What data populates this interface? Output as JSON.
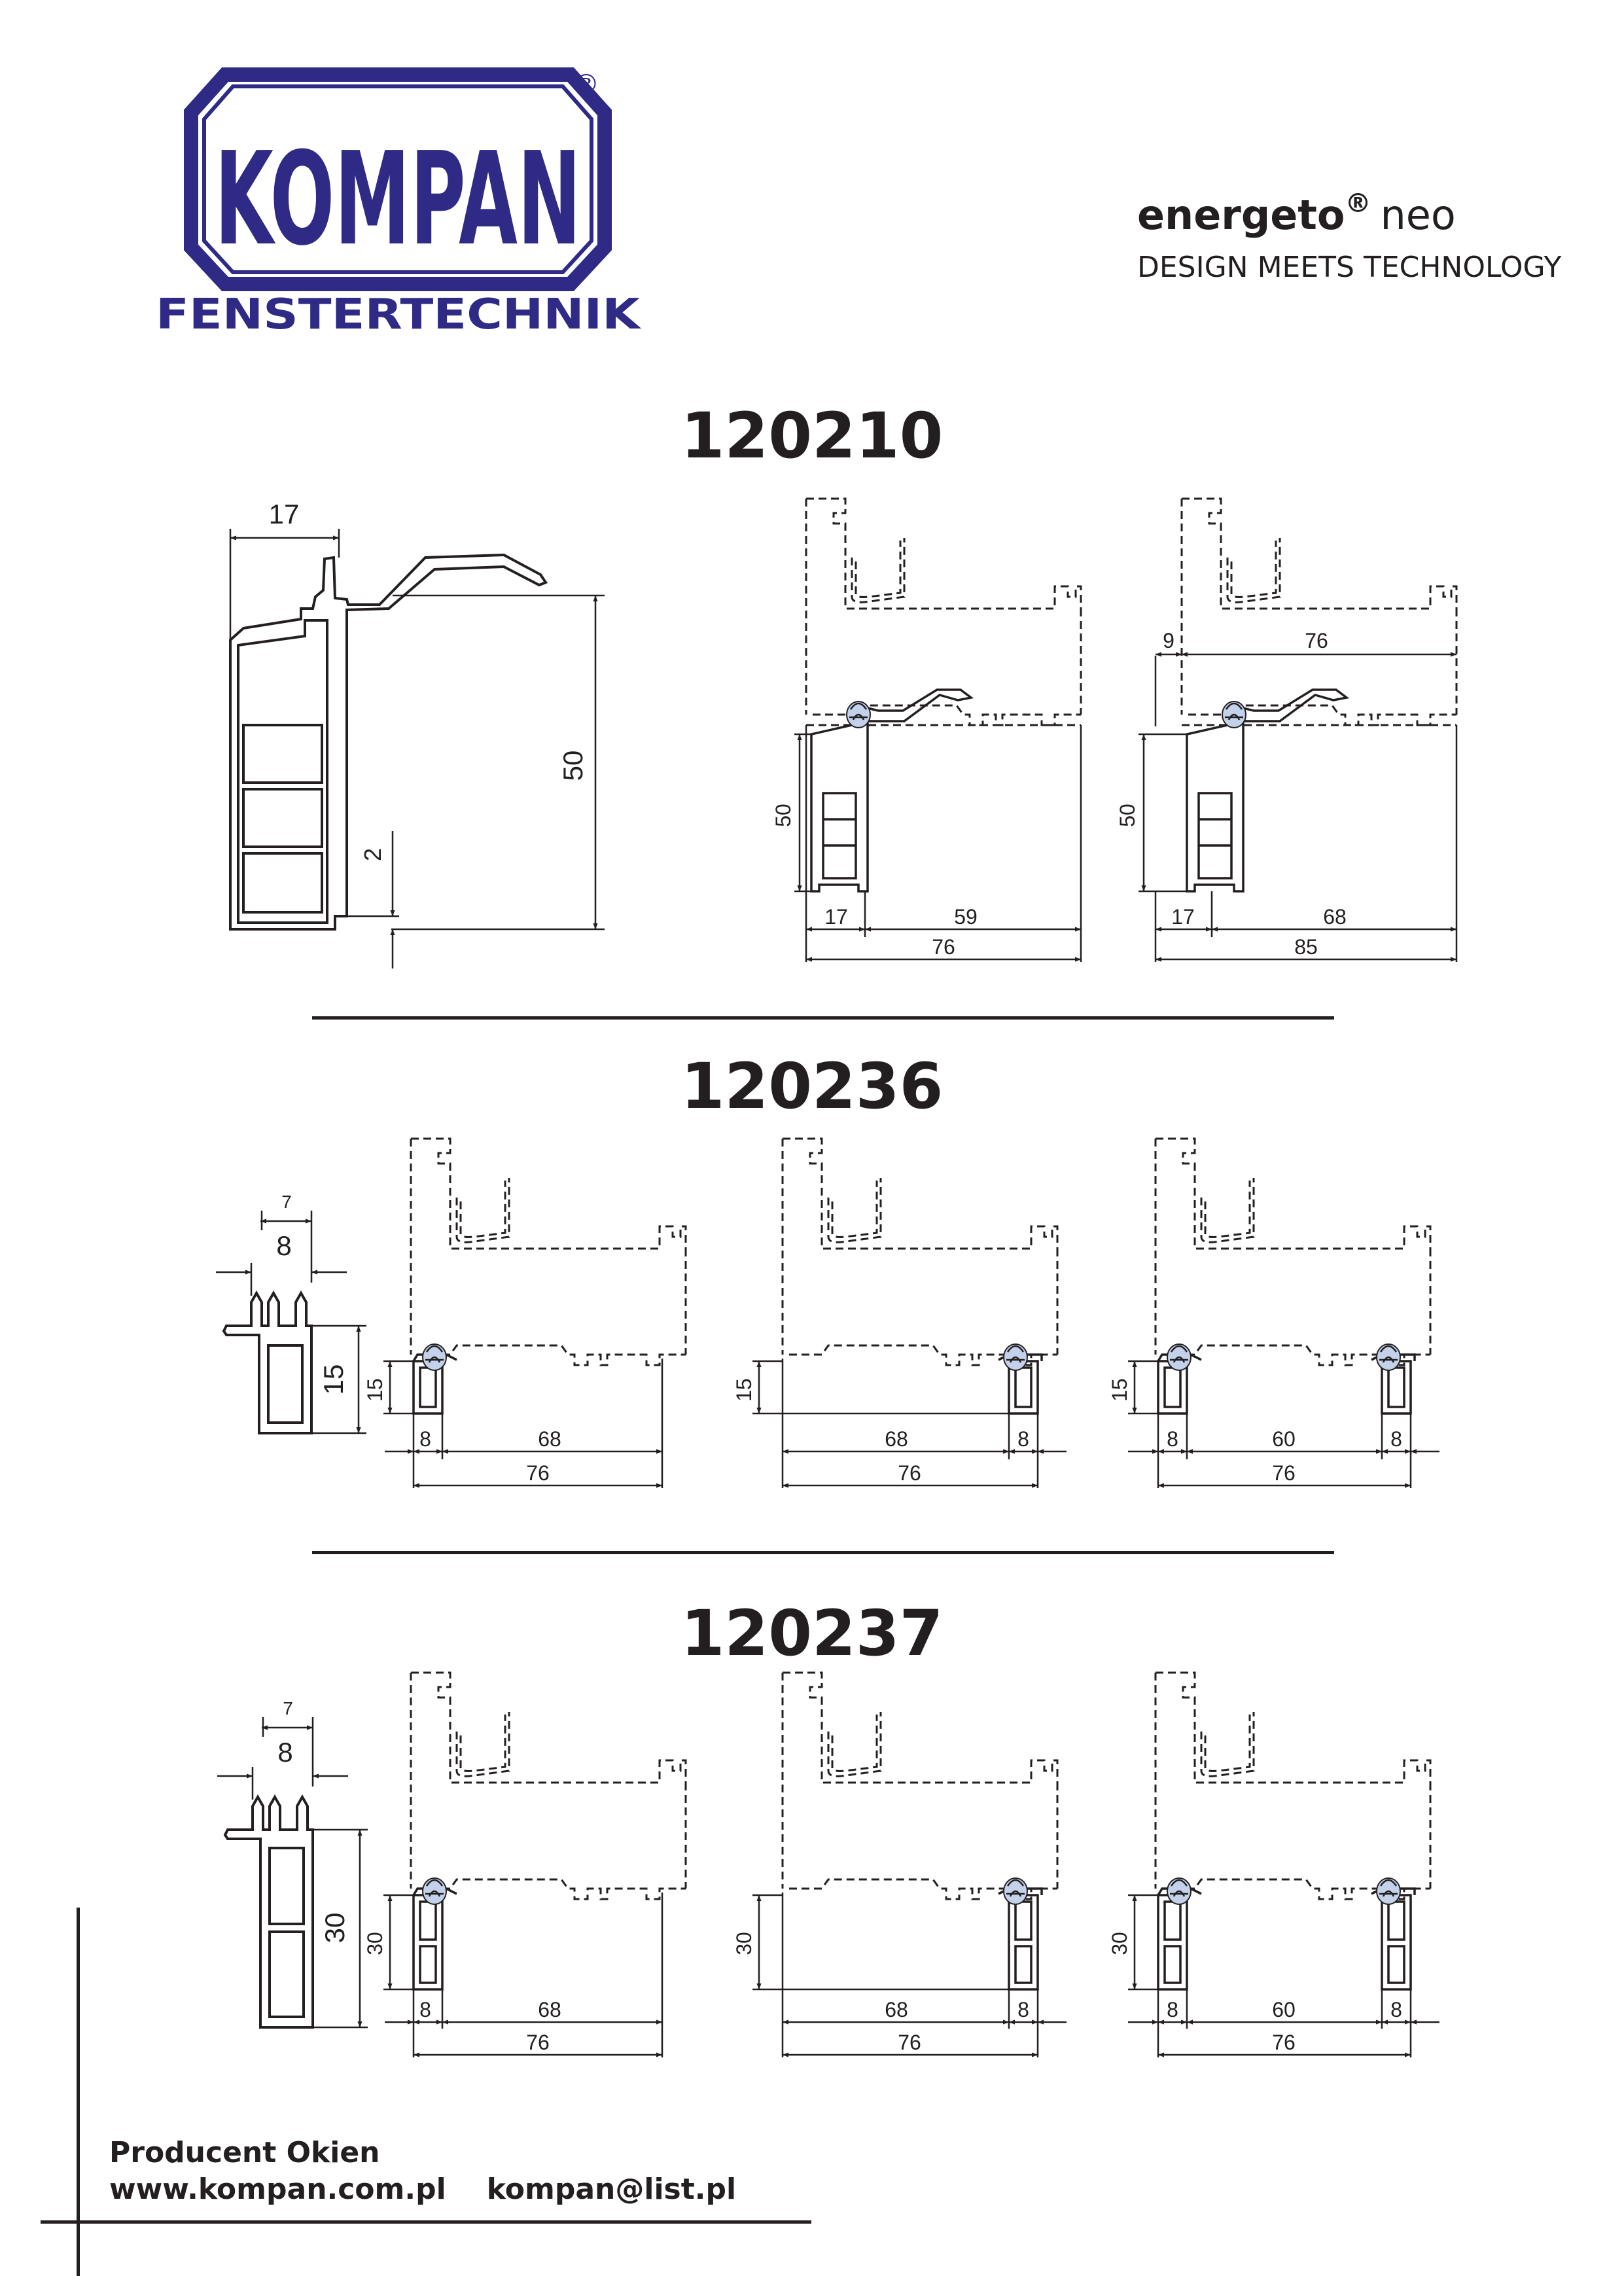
{
  "logo": {
    "brand": "KOMPAN",
    "subtitle": "FENSTERTECHNIK",
    "color": "#2e2a86"
  },
  "product": {
    "name": "energeto",
    "reg": "®",
    "suffix": "neo",
    "tagline": "DESIGN MEETS TECHNOLOGY"
  },
  "sections": [
    {
      "code": "120210"
    },
    {
      "code": "120236"
    },
    {
      "code": "120237"
    }
  ],
  "dims": {
    "s1": {
      "main_w": "17",
      "main_h": "50",
      "main_gap": "2",
      "a_h": "50",
      "a_w1": "17",
      "a_w2": "59",
      "a_w": "76",
      "b_h": "50",
      "b_t1": "9",
      "b_t2": "76",
      "b_w1": "17",
      "b_w2": "68",
      "b_w": "85"
    },
    "s2": {
      "main_top": "7",
      "main_w": "8",
      "main_h": "15",
      "a_h": "15",
      "a_w1": "8",
      "a_w2": "68",
      "a_w": "76",
      "b_h": "15",
      "b_w1": "68",
      "b_w2": "8",
      "b_w": "76",
      "c_h": "15",
      "c_w1": "8",
      "c_w2": "60",
      "c_w3": "8",
      "c_w": "76"
    },
    "s3": {
      "main_top": "7",
      "main_w": "8",
      "main_h": "30",
      "a_h": "30",
      "a_w1": "8",
      "a_w2": "68",
      "a_w": "76",
      "b_h": "30",
      "b_w1": "68",
      "b_w2": "8",
      "b_w": "76",
      "c_h": "30",
      "c_w1": "8",
      "c_w2": "60",
      "c_w3": "8",
      "c_w": "76"
    }
  },
  "footer": {
    "line1": "Producent Okien",
    "website": "www.kompan.com.pl",
    "email": "kompan@list.pl"
  }
}
